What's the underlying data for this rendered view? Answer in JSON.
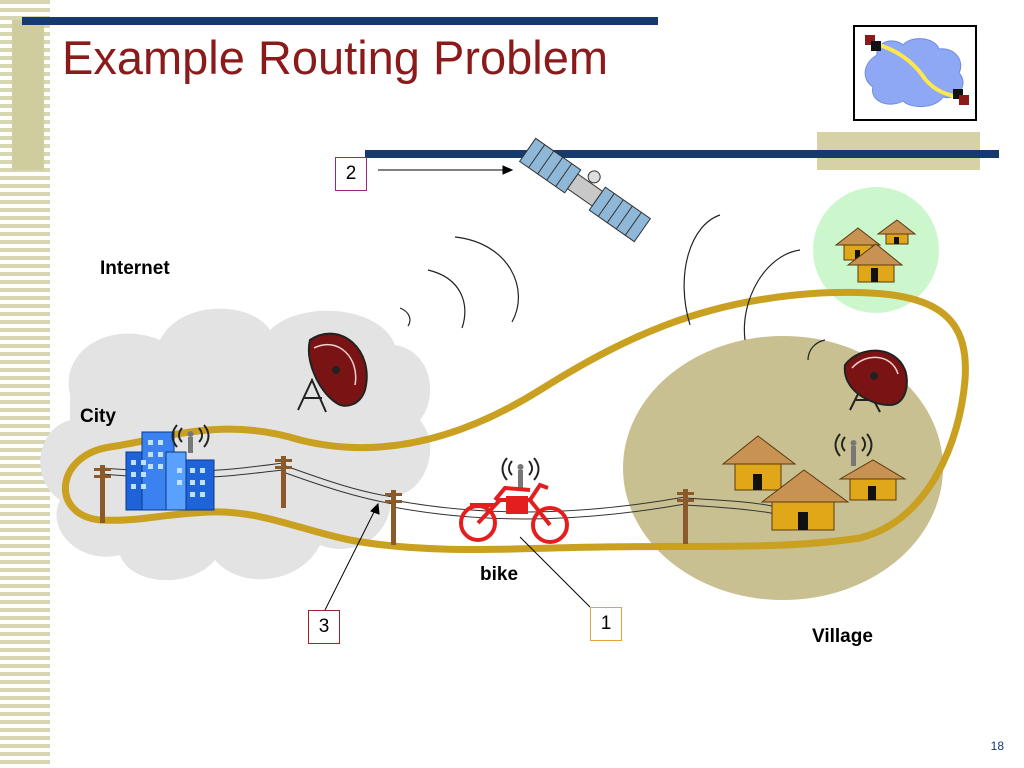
{
  "slide": {
    "title": "Example Routing Problem",
    "page_number": "18"
  },
  "labels": {
    "internet": "Internet",
    "city": "City",
    "bike": "bike",
    "village": "Village"
  },
  "callouts": {
    "one": "1",
    "two": "2",
    "three": "3"
  },
  "colors": {
    "title": "#8b1a1a",
    "accent_bar": "#163a6e",
    "route": "#c9a020",
    "village_area": "#c8c090",
    "wifi_area": "#ccf7cc",
    "cloud": "#e3e3e3",
    "bike": "#e41e1e",
    "callout_1_border": "#e6a23a",
    "callout_2_border": "#a3247a",
    "callout_3_border": "#a0222a"
  },
  "icons": [
    "satellite-icon",
    "satellite-dish-icon",
    "city-building-icon",
    "motorcycle-icon",
    "hut-icon",
    "antenna-icon",
    "utility-pole-icon",
    "network-cloud-logo-icon"
  ]
}
